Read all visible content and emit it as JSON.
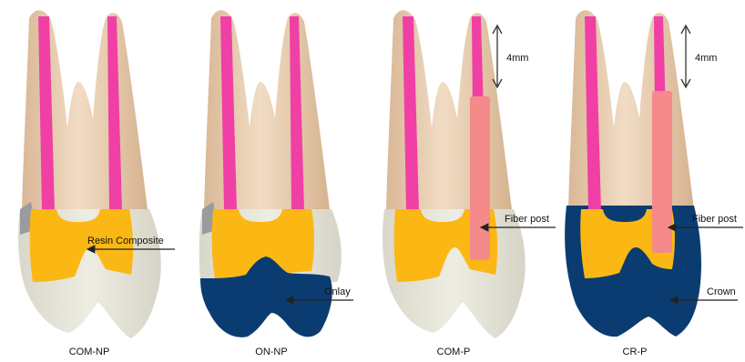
{
  "teeth": [
    {
      "label": "COM-NP",
      "restoration": "composite",
      "post": false,
      "crown": false,
      "onlay": false
    },
    {
      "label": "ON-NP",
      "restoration": "onlay",
      "post": false,
      "crown": false,
      "onlay": true
    },
    {
      "label": "COM-P",
      "restoration": "composite",
      "post": true,
      "crown": false,
      "onlay": false
    },
    {
      "label": "CR-P",
      "restoration": "crown",
      "post": true,
      "crown": true,
      "onlay": false
    }
  ],
  "annotations": {
    "resin_composite": "Resin  Composite",
    "onlay": "Onlay",
    "fiber_post_1": "Fiber post",
    "fiber_post_2": "Fiber post",
    "crown": "Crown",
    "depth_1": "4mm",
    "depth_2": "4mm"
  },
  "colors": {
    "root_canal": "#f03fa5",
    "fiber_post": "#f48a8a",
    "composite": "#fbb714",
    "onlay_crown": "#0b3c71",
    "root_dentin": "#e9cfb2",
    "enamel": "#e2e1d4",
    "defect_gray": "#9a9ba0"
  }
}
